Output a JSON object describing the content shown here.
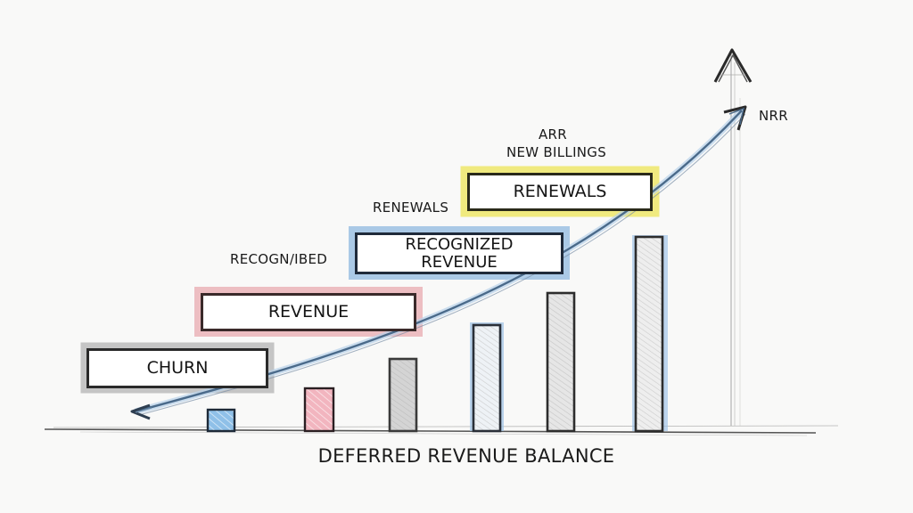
{
  "diagram": {
    "title": "DEFERRED REVENUE BALANCE",
    "style": "hand-drawn pencil sketch",
    "background": "#f9f9f8",
    "stair_boxes": [
      {
        "label": "CHURN",
        "outline_color": "#2a2a2a",
        "glow_color": "#9a9a9a"
      },
      {
        "label": "REVENUE",
        "outline_color": "#3a2a2a",
        "glow_color": "#e8a9b0"
      },
      {
        "label": "RECOGNIZED REVENUE",
        "line1": "RECOGNIZED",
        "line2": "REVENUE",
        "outline_color": "#1f2a3a",
        "glow_color": "#8fb8e0"
      },
      {
        "label": "RENEWALS",
        "outline_color": "#2a2a1a",
        "glow_color": "#eee86a"
      }
    ],
    "side_labels": [
      {
        "text": "RECOGN/IBED",
        "near": "RECOGNIZED REVENUE box"
      },
      {
        "text": "RENEWALS",
        "near": "RENEWALS box"
      }
    ],
    "top_labels": {
      "line1": "ARR",
      "line2": "NEW BILLINGS"
    },
    "curve_label": "NRR",
    "bars": [
      {
        "index": 1,
        "relative_height": 25,
        "fill": "#8fc0e8",
        "edge": "#1e2a38"
      },
      {
        "index": 2,
        "relative_height": 40,
        "fill": "#f2b5bf",
        "edge": "#2a1f22"
      },
      {
        "index": 3,
        "relative_height": 75,
        "fill": "#cfcfcf",
        "edge": "#3a3a3a"
      },
      {
        "index": 4,
        "relative_height": 115,
        "fill": "#e8eef5",
        "edge": "#2a2f38",
        "glow": "#9cc2e6"
      },
      {
        "index": 5,
        "relative_height": 150,
        "fill": "#e6e6e6",
        "edge": "#2d2d2d"
      },
      {
        "index": 6,
        "relative_height": 215,
        "fill": "#ececec",
        "edge": "#2d2d2d",
        "glow": "#9cc2e6"
      }
    ],
    "arrows": [
      {
        "name": "nrr-curve",
        "direction": "up-right",
        "color": "#4a6a8a"
      },
      {
        "name": "left-arrowhead",
        "direction": "left",
        "color": "#3a5068"
      },
      {
        "name": "vertical-axis-arrow",
        "direction": "up",
        "color": "#2a2a2a"
      }
    ]
  }
}
